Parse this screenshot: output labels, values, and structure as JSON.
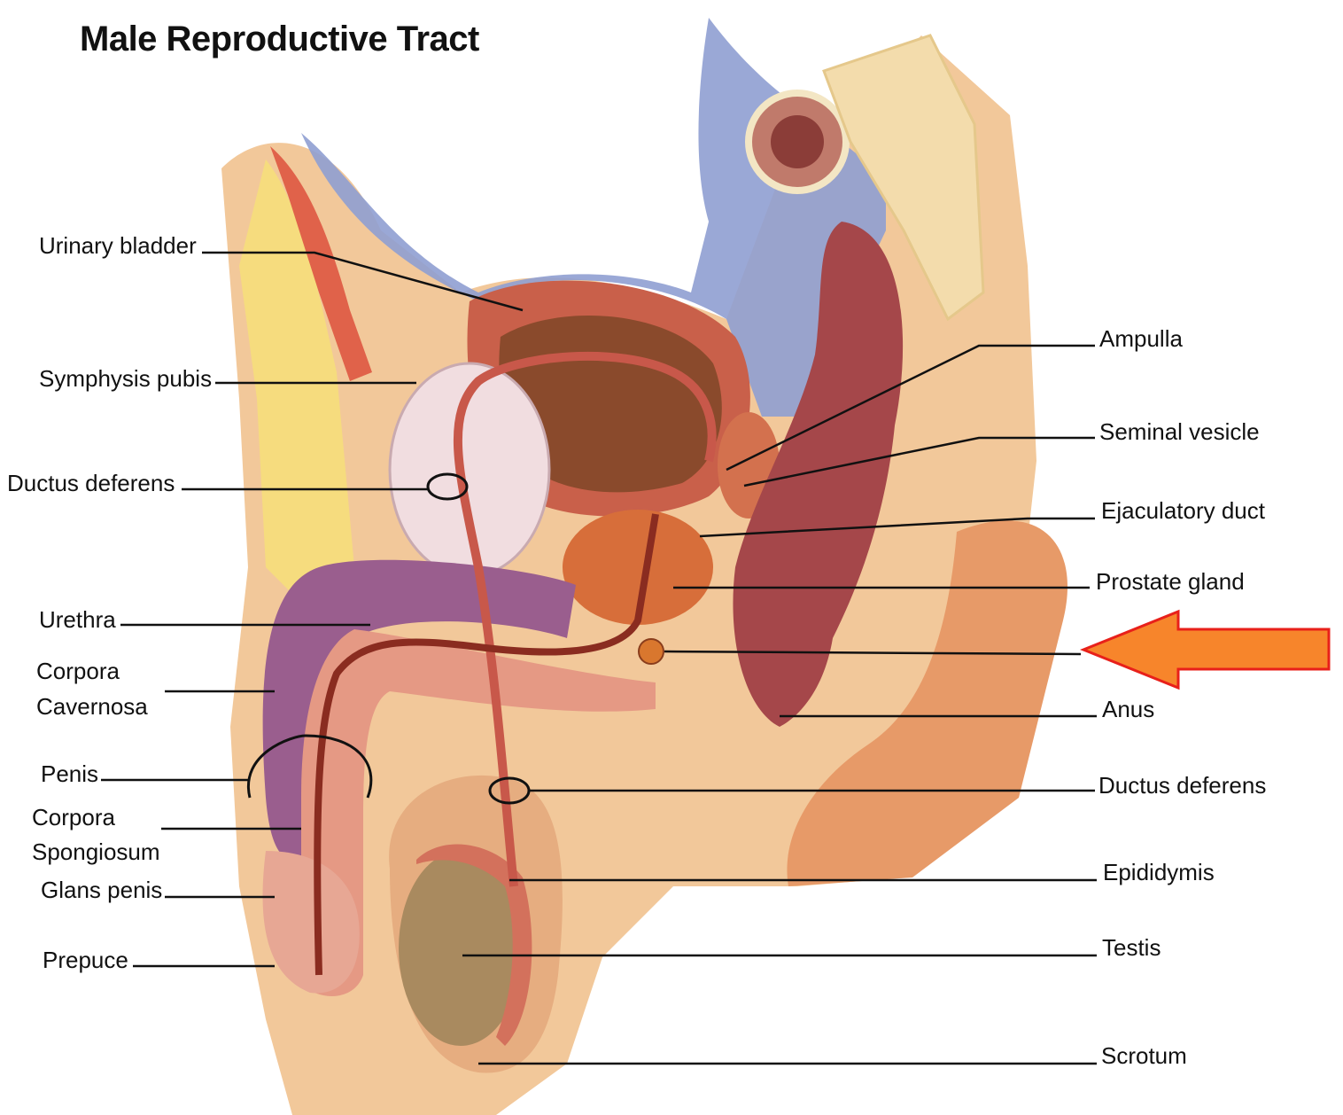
{
  "title": "Male Reproductive Tract",
  "labels_left": {
    "urinary_bladder": "Urinary bladder",
    "symphysis_pubis": "Symphysis pubis",
    "ductus_deferens_upper": "Ductus deferens",
    "urethra": "Urethra",
    "corpora_cavernosa_1": "Corpora",
    "corpora_cavernosa_2": "Cavernosa",
    "penis": "Penis",
    "corpora_spongiosum_1": "Corpora",
    "corpora_spongiosum_2": "Spongiosum",
    "glans_penis": "Glans penis",
    "prepuce": "Prepuce"
  },
  "labels_right": {
    "ampulla": "Ampulla",
    "seminal_vesicle": "Seminal vesicle",
    "ejaculatory_duct": "Ejaculatory duct",
    "prostate_gland": "Prostate gland",
    "anus": "Anus",
    "ductus_deferens_lower": "Ductus deferens",
    "epididymis": "Epididymis",
    "testis": "Testis",
    "scrotum": "Scrotum"
  },
  "pointer_arrow": {
    "fill": "#f7852b",
    "stroke": "#e8201a"
  }
}
